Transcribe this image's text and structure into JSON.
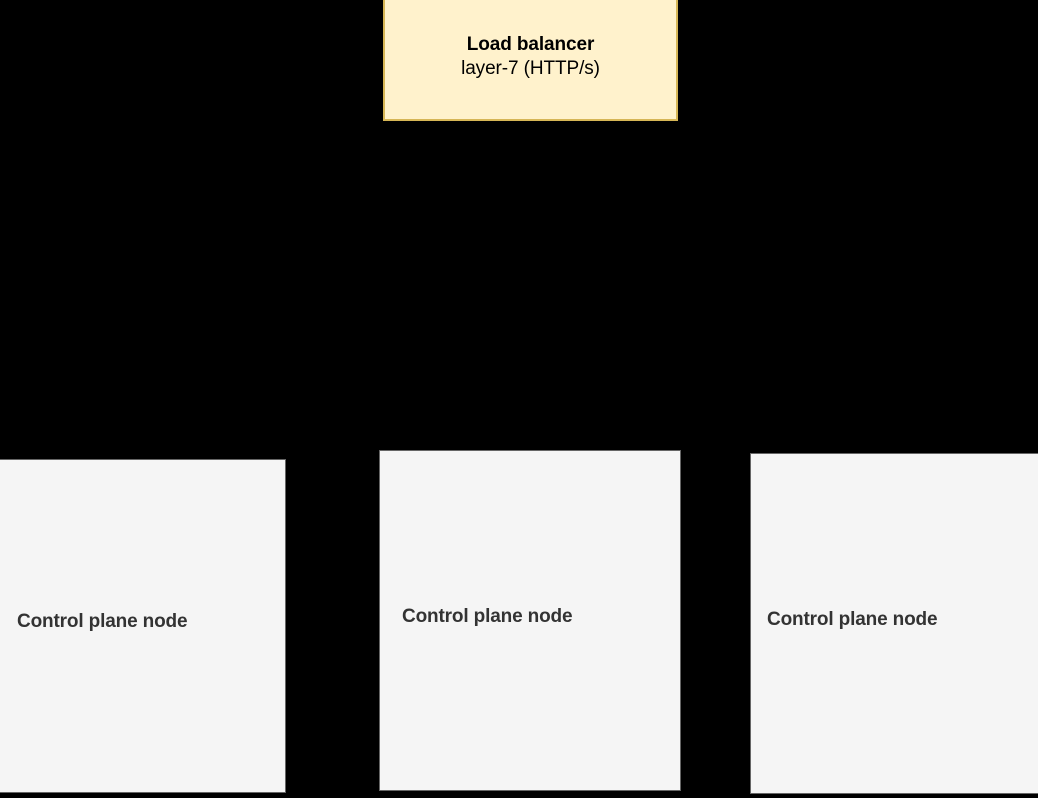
{
  "diagram": {
    "background_color": "#000000",
    "load_balancer": {
      "title": "Load balancer",
      "subtitle": "layer-7 (HTTP/s)",
      "fill_color": "#FFF2CC",
      "border_color": "#D6B656",
      "text_color": "#000000"
    },
    "control_plane_nodes": [
      {
        "label": "Control plane node",
        "fill_color": "#F5F5F5",
        "border_color": "#666666",
        "text_color": "#333333"
      },
      {
        "label": "Control plane node",
        "fill_color": "#F5F5F5",
        "border_color": "#666666",
        "text_color": "#333333"
      },
      {
        "label": "Control plane node",
        "fill_color": "#F5F5F5",
        "border_color": "#666666",
        "text_color": "#333333"
      }
    ]
  }
}
